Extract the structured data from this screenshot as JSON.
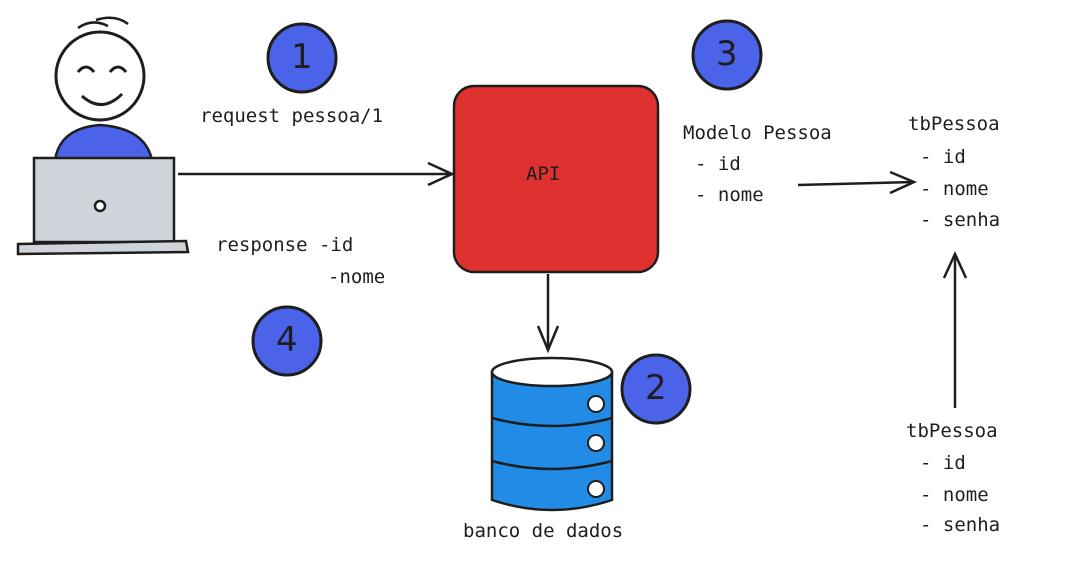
{
  "diagram": {
    "steps": [
      {
        "number": "1",
        "label": "request pessoa/1"
      },
      {
        "number": "2",
        "label": "banco de dados"
      },
      {
        "number": "3",
        "label": "Modelo Pessoa",
        "fields": [
          "- id",
          "- nome"
        ]
      },
      {
        "number": "4",
        "label": "response -id",
        "label_line2": "-nome"
      }
    ],
    "api_label": "API",
    "table_top": {
      "title": "tbPessoa",
      "fields": [
        "- id",
        "- nome",
        "- senha"
      ]
    },
    "table_bottom": {
      "title": "tbPessoa",
      "fields": [
        "- id",
        "- nome",
        "- senha"
      ]
    }
  },
  "colors": {
    "badge": "#4a63e8",
    "api_box": "#e03131",
    "database": "#228be6",
    "laptop": "#ced4da",
    "person_shirt": "#4a63e8",
    "stroke": "#1e1e1e"
  }
}
